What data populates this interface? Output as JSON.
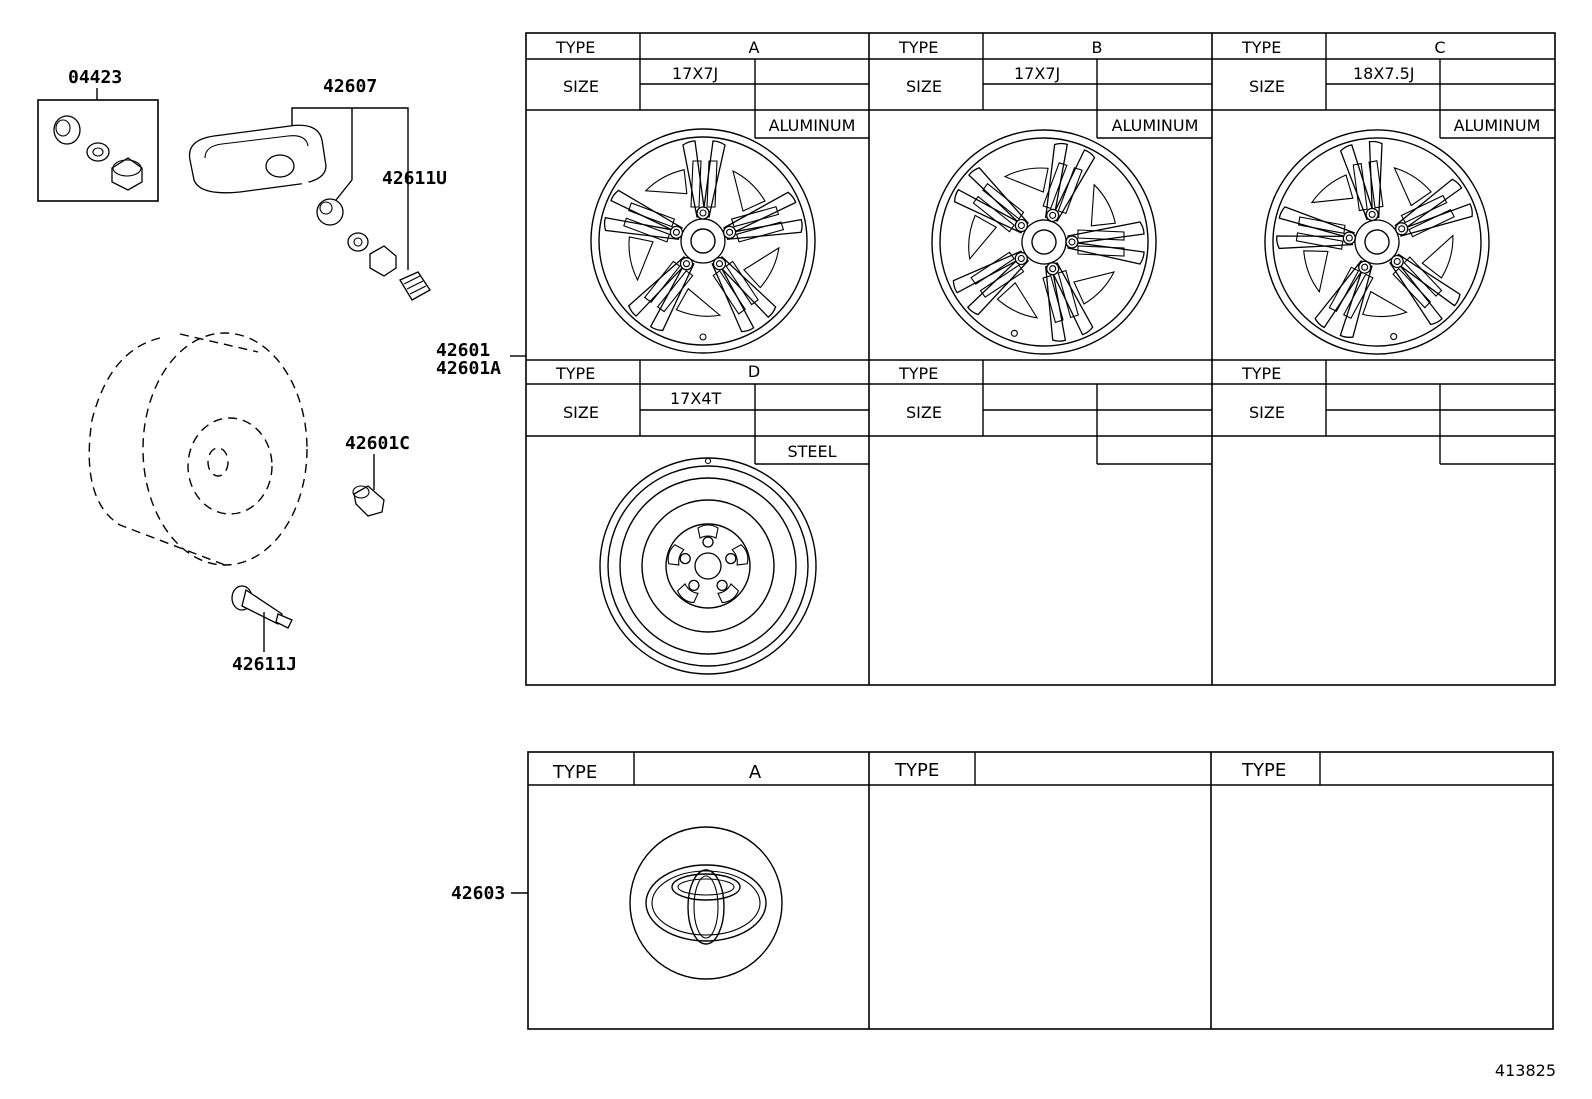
{
  "parts": {
    "p04423": "04423",
    "p42607": "42607",
    "p42611U": "42611U",
    "p42601": "42601",
    "p42601A": "42601A",
    "p42601C": "42601C",
    "p42611J": "42611J",
    "p42603": "42603"
  },
  "wheel_table": {
    "type_label": "TYPE",
    "size_label": "SIZE",
    "row1": [
      {
        "type": "A",
        "size": "17X7J",
        "material": "ALUMINUM"
      },
      {
        "type": "B",
        "size": "17X7J",
        "material": "ALUMINUM"
      },
      {
        "type": "C",
        "size": "18X7.5J",
        "material": "ALUMINUM"
      }
    ],
    "row2": [
      {
        "type": "D",
        "size": "17X4T",
        "material": "STEEL"
      },
      {
        "type": "",
        "size": "",
        "material": ""
      },
      {
        "type": "",
        "size": "",
        "material": ""
      }
    ]
  },
  "cap_table": {
    "type_label": "TYPE",
    "cells": [
      {
        "type": "A"
      },
      {
        "type": ""
      },
      {
        "type": ""
      }
    ]
  },
  "figure_id": "413825"
}
